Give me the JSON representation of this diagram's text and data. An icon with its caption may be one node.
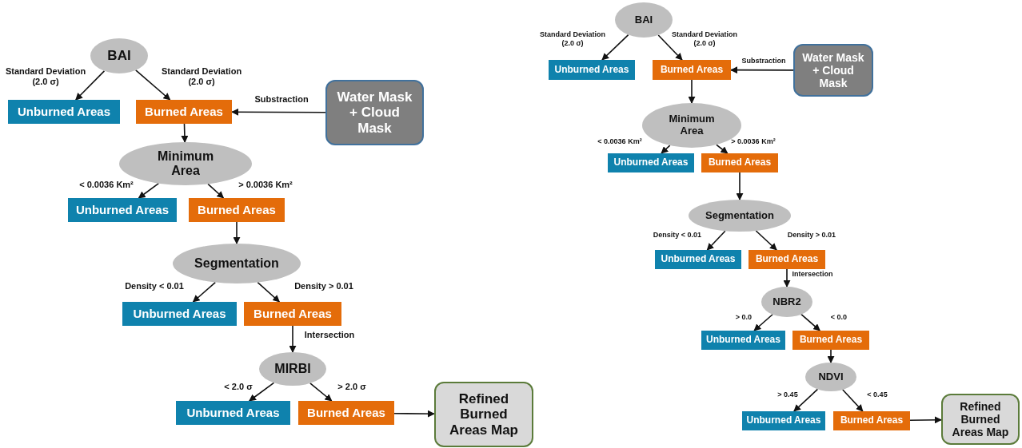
{
  "diagram": {
    "nodes": [
      {
        "text": [
          "BAI"
        ]
      },
      {
        "text": [
          "Unburned Areas"
        ]
      },
      {
        "text": [
          "Burned Areas"
        ]
      },
      {
        "text": [
          "Water Mask + Cloud Mask"
        ]
      },
      {
        "text": [
          "Minimum Area"
        ]
      },
      {
        "text": [
          "Unburned Areas"
        ]
      },
      {
        "text": [
          "Burned Areas"
        ]
      },
      {
        "text": [
          "Segmentation"
        ]
      },
      {
        "text": [
          "Unburned Areas"
        ]
      },
      {
        "text": [
          "Burned Areas"
        ]
      },
      {
        "text": [
          "MIRBI"
        ]
      },
      {
        "text": [
          "Unburned Areas"
        ]
      },
      {
        "text": [
          "Burned Areas"
        ]
      },
      {
        "text": [
          "Refined Burned Areas Map"
        ]
      },
      {
        "text": [
          "BAI"
        ]
      },
      {
        "text": [
          "Unburned Areas"
        ]
      },
      {
        "text": [
          "Burned Areas"
        ]
      },
      {
        "text": [
          "Water Mask + Cloud Mask"
        ]
      },
      {
        "text": [
          "Minimum Area"
        ]
      },
      {
        "text": [
          "Unburned Areas"
        ]
      },
      {
        "text": [
          "Burned Areas"
        ]
      },
      {
        "text": [
          "Segmentation"
        ]
      },
      {
        "text": [
          "Unburned Areas"
        ]
      },
      {
        "text": [
          "Burned Areas"
        ]
      },
      {
        "text": [
          "NBR2"
        ]
      },
      {
        "text": [
          "Unburned Areas"
        ]
      },
      {
        "text": [
          "Burned Areas"
        ]
      },
      {
        "text": [
          "NDVI"
        ]
      },
      {
        "text": [
          "Unburned Areas"
        ]
      },
      {
        "text": [
          "Burned Areas"
        ]
      },
      {
        "text": [
          "Refined Burned Areas Map"
        ]
      }
    ],
    "edges": [
      {
        "from": 0,
        "to": 1,
        "arrow": "to",
        "label": "Standard Deviation (2.0 σ)"
      },
      {
        "from": 0,
        "to": 2,
        "arrow": "to",
        "label": "Standard Deviation (2.0 σ)"
      },
      {
        "from": 3,
        "to": 2,
        "arrow": "to",
        "label": "Substraction"
      },
      {
        "from": 2,
        "to": 4,
        "arrow": "to"
      },
      {
        "from": 4,
        "to": 5,
        "arrow": "to",
        "label": "< 0.0036 Km²"
      },
      {
        "from": 4,
        "to": 6,
        "arrow": "to",
        "label": "> 0.0036 Km²"
      },
      {
        "from": 6,
        "to": 7,
        "arrow": "to"
      },
      {
        "from": 7,
        "to": 8,
        "arrow": "to",
        "label": "Density < 0.01"
      },
      {
        "from": 7,
        "to": 9,
        "arrow": "to",
        "label": "Density > 0.01"
      },
      {
        "from": 9,
        "to": 10,
        "arrow": "to",
        "label": "Intersection"
      },
      {
        "from": 10,
        "to": 11,
        "arrow": "to",
        "label": "< 2.0 σ"
      },
      {
        "from": 10,
        "to": 12,
        "arrow": "to",
        "label": "> 2.0 σ"
      },
      {
        "from": 12,
        "to": 13,
        "arrow": "to"
      },
      {
        "from": 14,
        "to": 15,
        "arrow": "to",
        "label": "Standard Deviation (2.0 σ)"
      },
      {
        "from": 14,
        "to": 16,
        "arrow": "to",
        "label": "Standard Deviation (2.0 σ)"
      },
      {
        "from": 17,
        "to": 16,
        "arrow": "to",
        "label": "Substraction"
      },
      {
        "from": 16,
        "to": 18,
        "arrow": "to"
      },
      {
        "from": 18,
        "to": 19,
        "arrow": "to",
        "label": "< 0.0036 Km²"
      },
      {
        "from": 18,
        "to": 20,
        "arrow": "to",
        "label": "> 0.0036 Km²"
      },
      {
        "from": 20,
        "to": 21,
        "arrow": "to"
      },
      {
        "from": 21,
        "to": 22,
        "arrow": "to",
        "label": "Density < 0.01"
      },
      {
        "from": 21,
        "to": 23,
        "arrow": "to",
        "label": "Density > 0.01"
      },
      {
        "from": 23,
        "to": 24,
        "arrow": "to",
        "label": "Intersection"
      },
      {
        "from": 24,
        "to": 25,
        "arrow": "to",
        "label": "> 0.0"
      },
      {
        "from": 24,
        "to": 26,
        "arrow": "to",
        "label": "< 0.0"
      },
      {
        "from": 26,
        "to": 27,
        "arrow": "to"
      },
      {
        "from": 27,
        "to": 28,
        "arrow": "to",
        "label": "> 0.45"
      },
      {
        "from": 27,
        "to": 29,
        "arrow": "to",
        "label": "< 0.45"
      },
      {
        "from": 29,
        "to": 30,
        "arrow": "to"
      }
    ]
  }
}
